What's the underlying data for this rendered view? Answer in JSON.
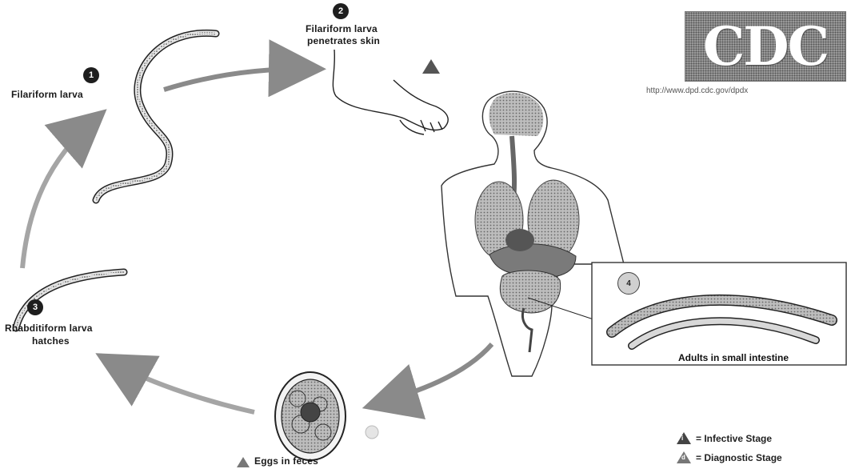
{
  "labels": {
    "step1": "Filariform larva",
    "step1_num": "1",
    "step2_line1": "Filariform larva",
    "step2_line2": "penetrates skin",
    "step2_num": "2",
    "step3_line1": "Rhabditiform larva",
    "step3_line2": "hatches",
    "step3_num": "3",
    "step4_num": "4",
    "step4_caption": "Adults in small intestine",
    "step5": "Eggs in feces"
  },
  "logo": {
    "text": "CDC",
    "url": "http://www.dpd.cdc.gov/dpdx"
  },
  "legend": {
    "infective": "= Infective Stage",
    "diagnostic": "= Diagnostic Stage",
    "infective_symbol": "i",
    "diagnostic_symbol": "d"
  },
  "icons": {
    "cycle_arrow": "curved-arrow-icon",
    "foot": "foot-illustration",
    "body": "human-torso-illustration",
    "egg": "egg-illustration",
    "worm": "larva-illustration"
  },
  "colors": {
    "arrow": "#8a8a8a",
    "ink": "#1a1a1a",
    "organ": "#9a9a9a",
    "organ_dark": "#555555"
  }
}
